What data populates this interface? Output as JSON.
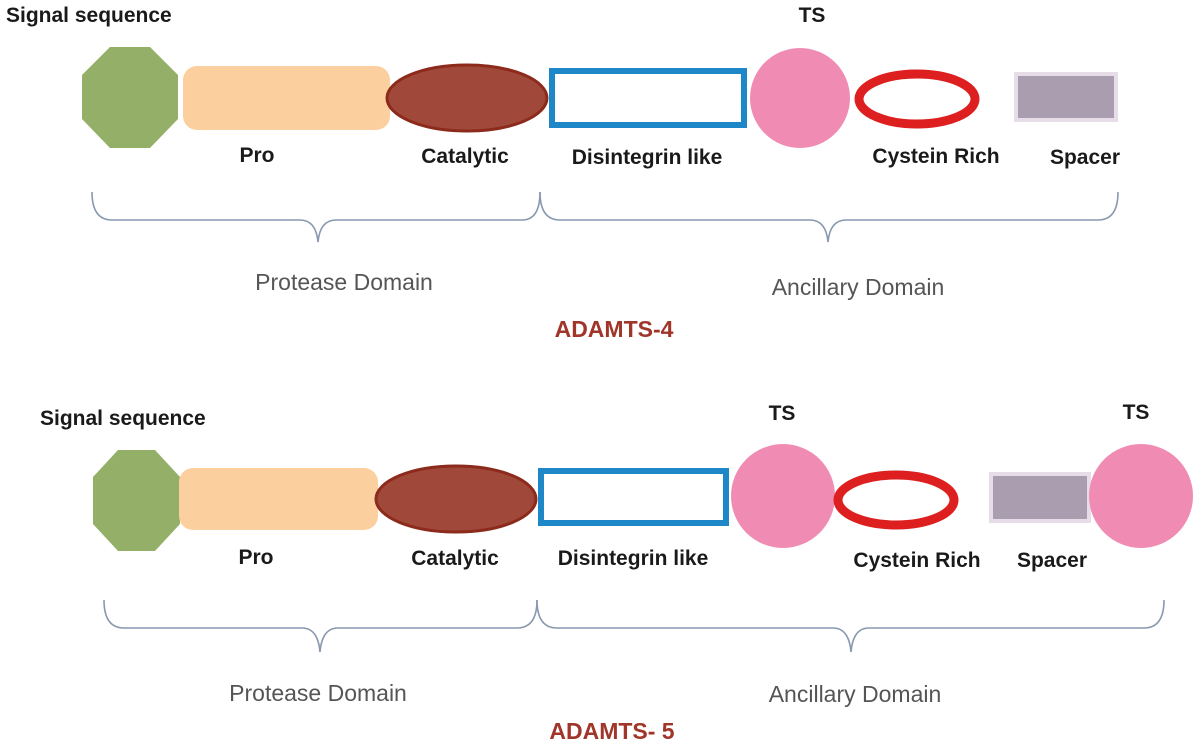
{
  "colors": {
    "signal": "#94b068",
    "pro": "#fbcf9e",
    "catalytic": "#a0493b",
    "catalytic_stroke": "#8c2a1c",
    "disintegrin": "#1e87c8",
    "ts": "#f08cb4",
    "cystein": "#dd1f1f",
    "spacer": "#aa9db0",
    "bracket": "#8899b0",
    "title": "#a0352a"
  },
  "diagrams": [
    {
      "title": "ADAMTS-4",
      "labels": {
        "signal": "Signal sequence",
        "pro": "Pro",
        "catalytic": "Catalytic",
        "disintegrin": "Disintegrin like",
        "ts": "TS",
        "cystein": "Cystein Rich",
        "spacer": "Spacer"
      },
      "domains": {
        "protease": "Protease Domain",
        "ancillary": "Ancillary Domain"
      }
    },
    {
      "title": "ADAMTS- 5",
      "labels": {
        "signal": "Signal sequence",
        "pro": "Pro",
        "catalytic": "Catalytic",
        "disintegrin": "Disintegrin like",
        "ts1": "TS",
        "cystein": "Cystein Rich",
        "spacer": "Spacer",
        "ts2": "TS"
      },
      "domains": {
        "protease": "Protease Domain",
        "ancillary": "Ancillary Domain"
      }
    }
  ]
}
